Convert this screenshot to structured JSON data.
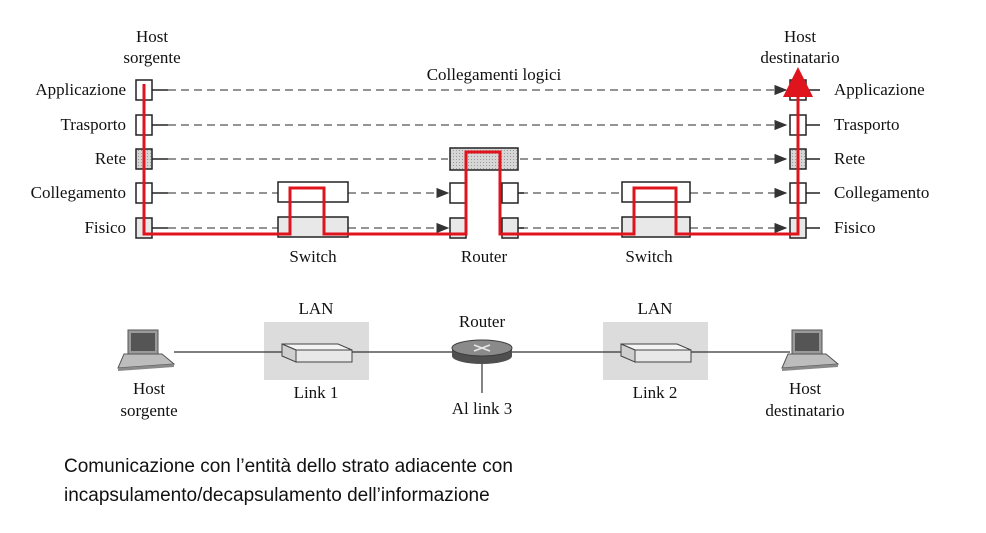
{
  "top": {
    "source_host": [
      "Host",
      "sorgente"
    ],
    "dest_host": [
      "Host",
      "destinatario"
    ],
    "logical_links": "Collegamenti logici",
    "layers": [
      "Applicazione",
      "Trasporto",
      "Rete",
      "Collegamento",
      "Fisico"
    ],
    "devices": [
      "Switch",
      "Router",
      "Switch"
    ]
  },
  "bottom": {
    "source_host": [
      "Host",
      "sorgente"
    ],
    "dest_host": [
      "Host",
      "destinatario"
    ],
    "lan_left": "LAN",
    "lan_right": "LAN",
    "link1": "Link 1",
    "link2": "Link 2",
    "router": "Router",
    "link3": "Al link 3"
  },
  "caption": [
    "Comunicazione con l’entità dello strato adiacente con",
    "incapsulamento/decapsulamento dell’informazione"
  ],
  "colors": {
    "path": "#e0141c",
    "box_dark": "#bfbfbf",
    "box_light": "#e8e8e8",
    "lan_bg": "#dcdcdc",
    "router": "#707070"
  }
}
